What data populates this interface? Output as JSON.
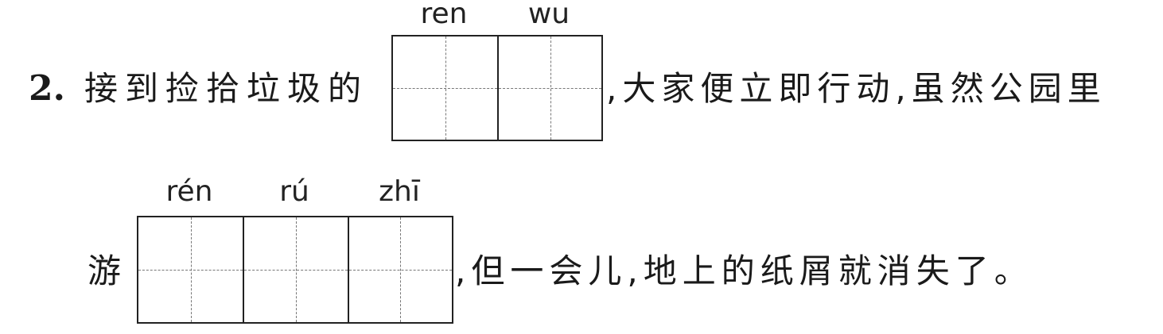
{
  "question": {
    "number": "2.",
    "line1": {
      "before": "接到捡拾垃圾的",
      "after": ",大家便立即行动,虽然公园里",
      "pinyin": [
        "ren",
        "wu"
      ]
    },
    "line2": {
      "before": "游",
      "after": ",但一会儿,地上的纸屑就消失了。",
      "pinyin": [
        "rén",
        "rú",
        "zhī"
      ]
    }
  }
}
